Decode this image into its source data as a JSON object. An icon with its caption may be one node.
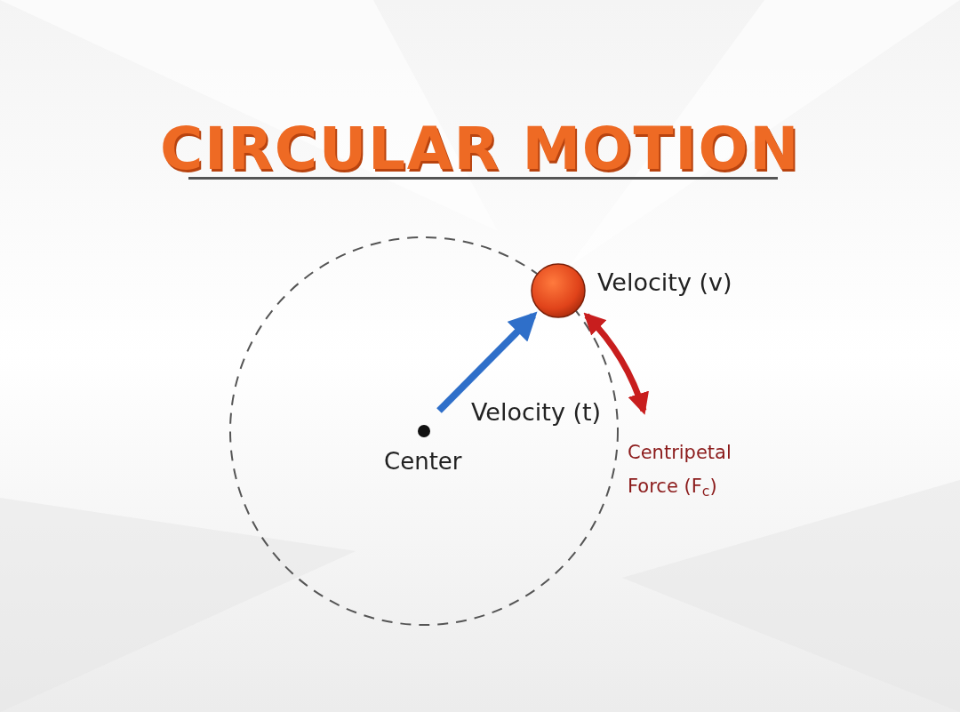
{
  "diagram": {
    "title": "CIRCULAR MOTION",
    "labels": [
      "Velocity (v)",
      "Velocity (t)",
      "Center",
      "Centripetal Force (F$_{c}$)"
    ]
  }
}
